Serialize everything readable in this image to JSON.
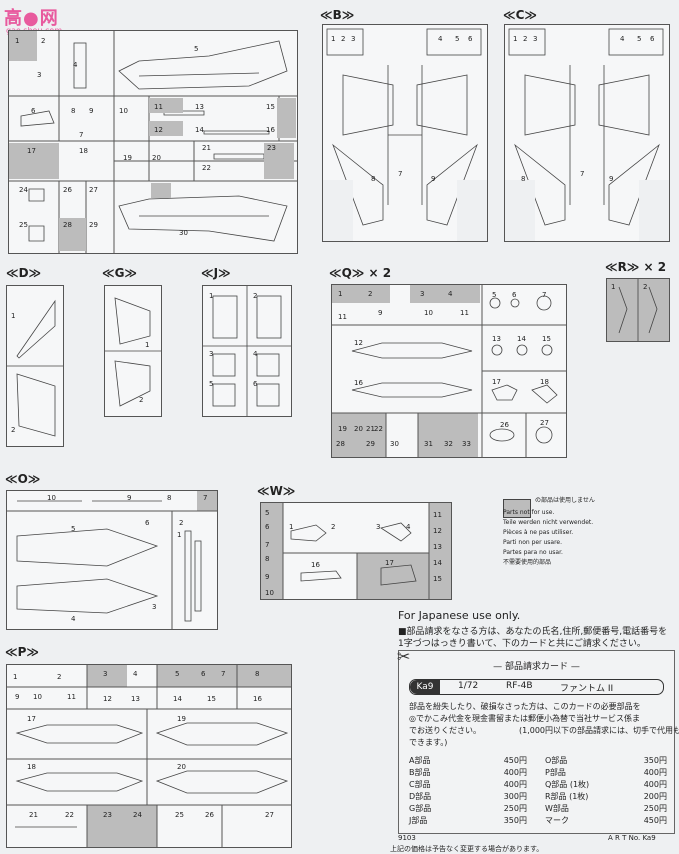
{
  "site_logo": {
    "line1": "高●网",
    "line2": "gao.shou.com"
  },
  "sprues": {
    "B": {
      "label": "≪B≫"
    },
    "C": {
      "label": "≪C≫"
    },
    "D": {
      "label": "≪D≫"
    },
    "G": {
      "label": "≪G≫"
    },
    "J": {
      "label": "≪J≫"
    },
    "Q": {
      "label": "≪Q≫ × 2"
    },
    "R": {
      "label": "≪R≫ × 2"
    },
    "O": {
      "label": "≪O≫"
    },
    "W": {
      "label": "≪W≫"
    },
    "P": {
      "label": "≪P≫"
    }
  },
  "legend": {
    "lines": [
      "の部品は使用しません",
      "Parts not for use.",
      "Teile werden nicht verwendet.",
      "Pièces à ne pas utiliser.",
      "Parti non per usare.",
      "Partes para no usar.",
      "不需要使用的部品"
    ]
  },
  "japanese": {
    "heading": "For Japanese use only.",
    "intro_line1": "■部品請求をなさる方は、あなたの氏名,住所,郵便番号,電話番号を",
    "intro_line2": "1字づつはっきり書いて、下のカードと共にご請求ください。"
  },
  "card": {
    "title": "— 部品請求カード —",
    "badge": "Ka9",
    "scale": "1/72",
    "model": "RF-4B",
    "name_jp": "ファントム II",
    "desc1": "部品を紛失したり、破損なさった方は、このカードの必要部品を",
    "desc2": "◎でかこみ代金を現金書留または郵便小為替で当社サービス係ま",
    "desc3": "でお送りください。",
    "desc4": "(1,000円以下の部品請求には、切手で代用も",
    "desc5": "できます。)",
    "prices_left": [
      {
        "part": "A部品",
        "price": "450円"
      },
      {
        "part": "B部品",
        "price": "400円"
      },
      {
        "part": "C部品",
        "price": "400円"
      },
      {
        "part": "D部品",
        "price": "300円"
      },
      {
        "part": "G部品",
        "price": "250円"
      },
      {
        "part": "J部品",
        "price": "350円"
      }
    ],
    "prices_right": [
      {
        "part": "O部品",
        "price": "350円"
      },
      {
        "part": "P部品",
        "price": "400円"
      },
      {
        "part": "Q部品 (1枚)",
        "price": "400円"
      },
      {
        "part": "R部品 (1枚)",
        "price": "200円"
      },
      {
        "part": "W部品",
        "price": "250円"
      },
      {
        "part": "マーク",
        "price": "450円"
      }
    ],
    "code": "9103",
    "art_no": "A R T No. Ka9"
  },
  "footer_note": "上記の価格は予告なく変更する場合があります。"
}
